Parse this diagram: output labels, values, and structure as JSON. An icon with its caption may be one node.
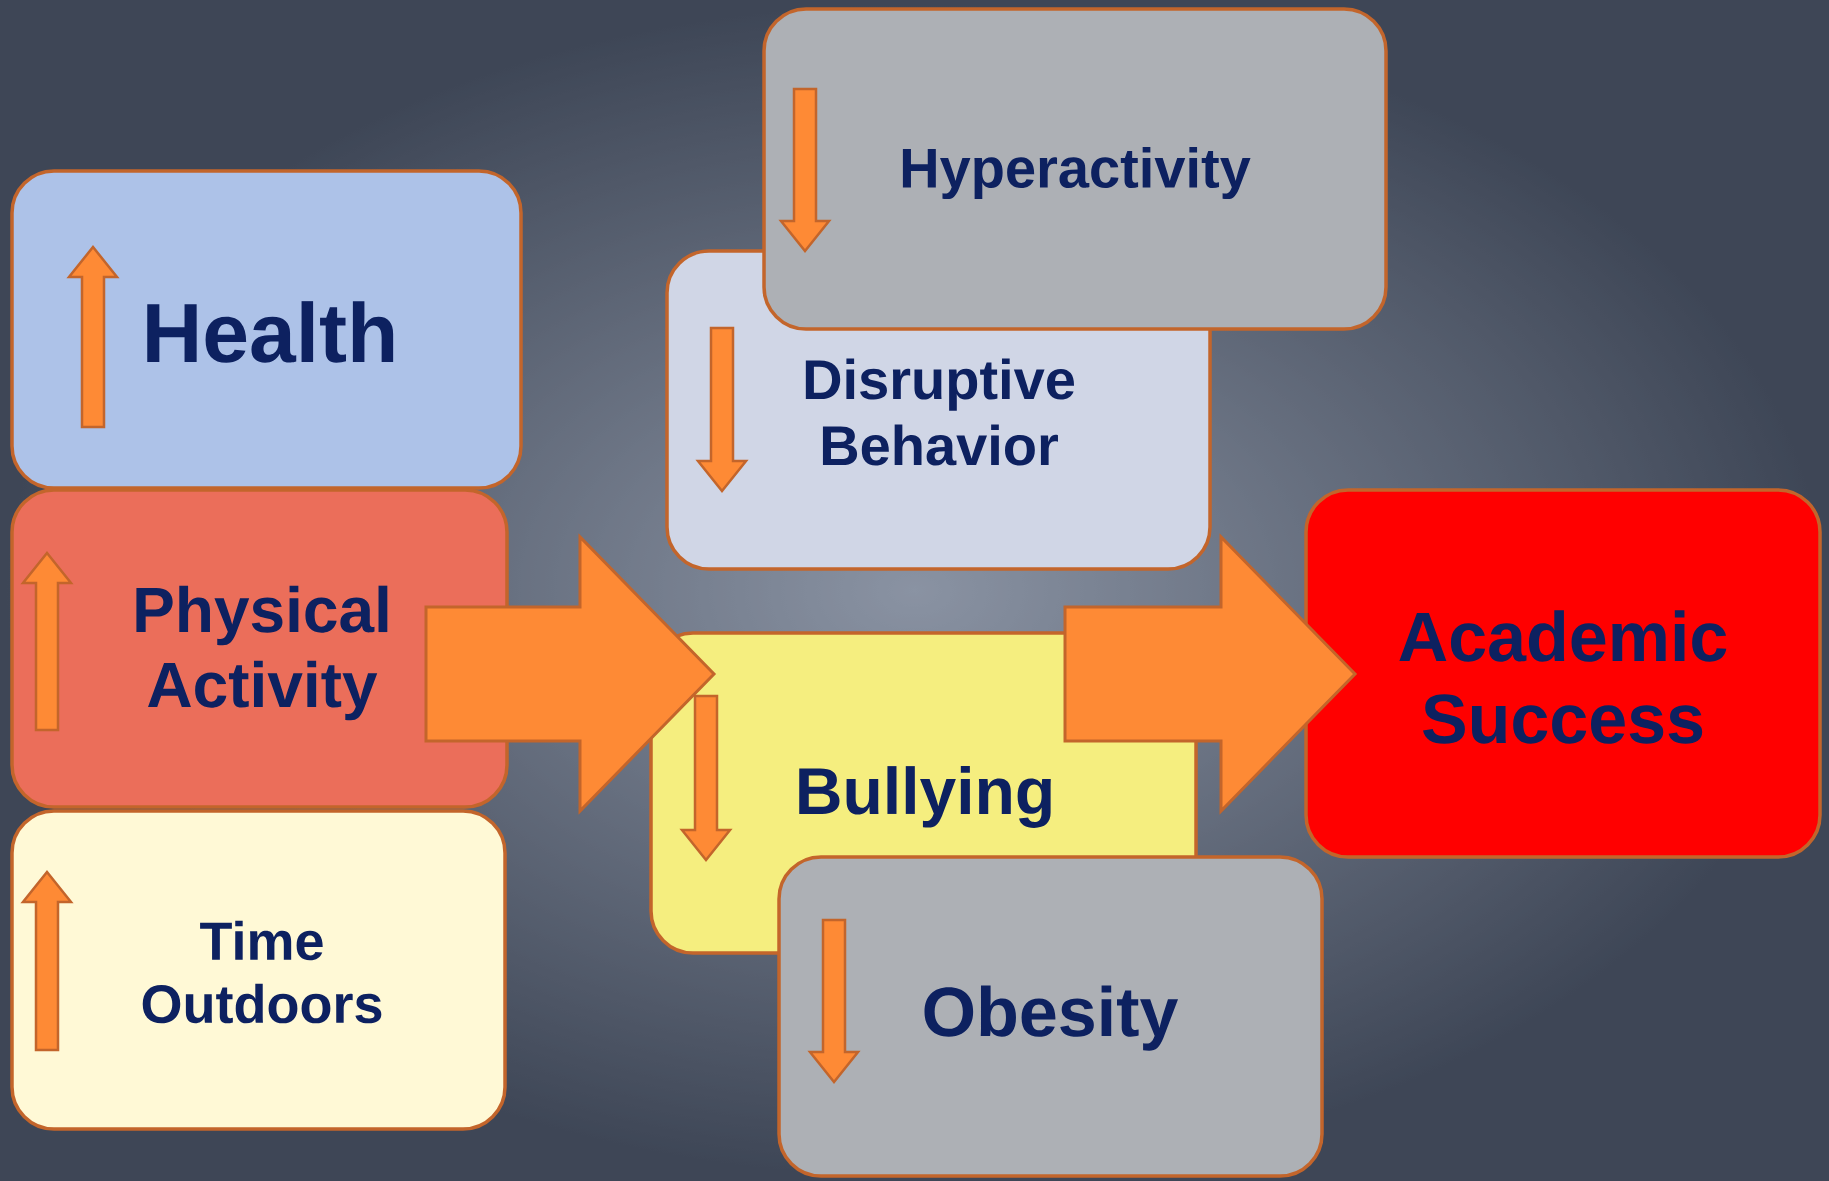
{
  "diagram": {
    "nodes": [
      {
        "text": [
          "Health"
        ]
      },
      {
        "text": [
          "Physical Activity"
        ]
      },
      {
        "text": [
          "Time Outdoors"
        ]
      },
      {
        "text": [
          "Hyperactivity"
        ]
      },
      {
        "text": [
          "Disruptive Behavior"
        ]
      },
      {
        "text": [
          "Bullying"
        ]
      },
      {
        "text": [
          "Obesity"
        ]
      },
      {
        "text": [
          "Academic Success"
        ]
      }
    ],
    "edges": [
      {
        "from": 1,
        "to": 5,
        "arrow": "to"
      },
      {
        "from": 5,
        "to": 7,
        "arrow": "to"
      }
    ]
  }
}
